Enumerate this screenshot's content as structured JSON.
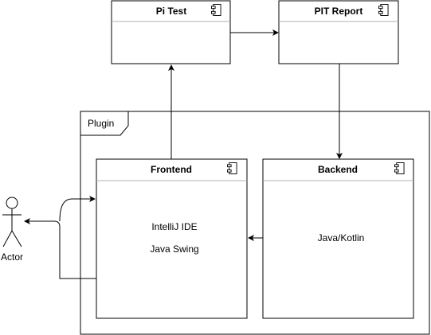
{
  "diagram": {
    "package": {
      "label": "Plugin"
    },
    "components": {
      "pi_test": {
        "title": "Pi Test"
      },
      "pit_report": {
        "title": "PIT Report"
      },
      "frontend": {
        "title": "Frontend",
        "lines": [
          "IntelliJ IDE",
          "Java Swing"
        ]
      },
      "backend": {
        "title": "Backend",
        "lines": [
          "Java/Kotlin"
        ]
      }
    },
    "actor": {
      "label": "Actor"
    },
    "component_icon": "uml-component-icon",
    "colors": {
      "stroke": "#000000",
      "fill": "#ffffff",
      "divider": "#b0b0b0"
    }
  }
}
